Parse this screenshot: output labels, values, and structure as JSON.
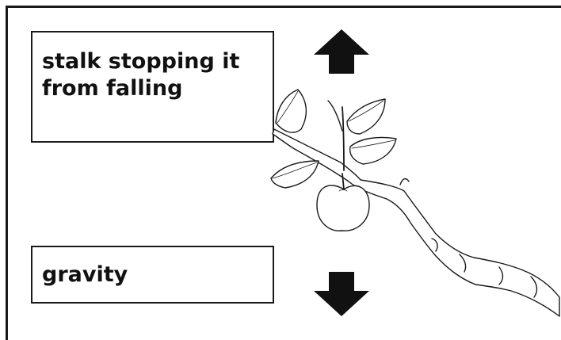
{
  "labels": {
    "top": "stalk stopping it from falling",
    "bottom": "gravity"
  },
  "colors": {
    "ink": "#1a1a1a",
    "background": "#ffffff"
  },
  "icons": {
    "up_arrow": "arrow-up-icon",
    "down_arrow": "arrow-down-icon"
  },
  "illustration": "apple-branch"
}
